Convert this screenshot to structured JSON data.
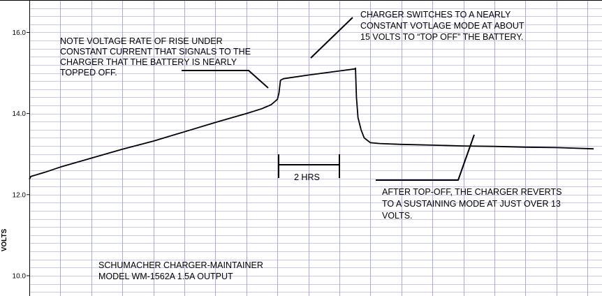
{
  "chart_data": {
    "type": "line",
    "ylabel": "VOLTS",
    "yticks": [
      "16.0",
      "14.0",
      "12.0",
      "10.0"
    ],
    "ylim": [
      9.5,
      16.8
    ],
    "xlim_hours": [
      0,
      18.2
    ],
    "grid": true,
    "series": [
      {
        "x": [
          0,
          0.05,
          0.5,
          1,
          2,
          3,
          4,
          5,
          6,
          7,
          7.5,
          7.8,
          8,
          8.05,
          8.1,
          8.2,
          9,
          10,
          10.5,
          10.52,
          10.55,
          10.6,
          10.7,
          10.8,
          11,
          11.3,
          12,
          13,
          14,
          15,
          16,
          17,
          18.2
        ],
        "y": [
          12.38,
          12.45,
          12.55,
          12.68,
          12.9,
          13.12,
          13.32,
          13.55,
          13.78,
          14.0,
          14.12,
          14.22,
          14.35,
          14.5,
          14.82,
          14.86,
          14.95,
          15.05,
          15.1,
          15.12,
          14.4,
          13.9,
          13.6,
          13.4,
          13.28,
          13.26,
          13.24,
          13.22,
          13.2,
          13.19,
          13.17,
          13.16,
          13.13
        ]
      }
    ],
    "annotations": [
      "NOTE VOLTAGE RATE OF RISE UNDER",
      "CONSTANT CURRENT THAT SIGNALS TO THE",
      "CHARGER THAT THE BATTERY IS NEARLY",
      "TOPPED OFF.",
      "CHARGER SWITCHES TO A NEARLY",
      "CONSTANT VOTLAGE MODE AT ABOUT",
      "15 VOLTS TO “TOP OFF” THE BATTERY.",
      "AFTER TOP-OFF, THE CHARGER REVERTS",
      "TO A SUSTAINING MODE AT JUST OVER 13",
      "VOLTS.",
      "SCHUMACHER CHARGER-MAINTAINER",
      "MODEL WM-1562A  1.5A OUTPUT"
    ],
    "scale_bar": {
      "label": "2 HRS",
      "from_hours": 8,
      "to_hours": 10
    },
    "colors": {
      "grid_minor": "#c8c8ee",
      "grid_major": "#aaaad8",
      "line": "#000000"
    }
  }
}
